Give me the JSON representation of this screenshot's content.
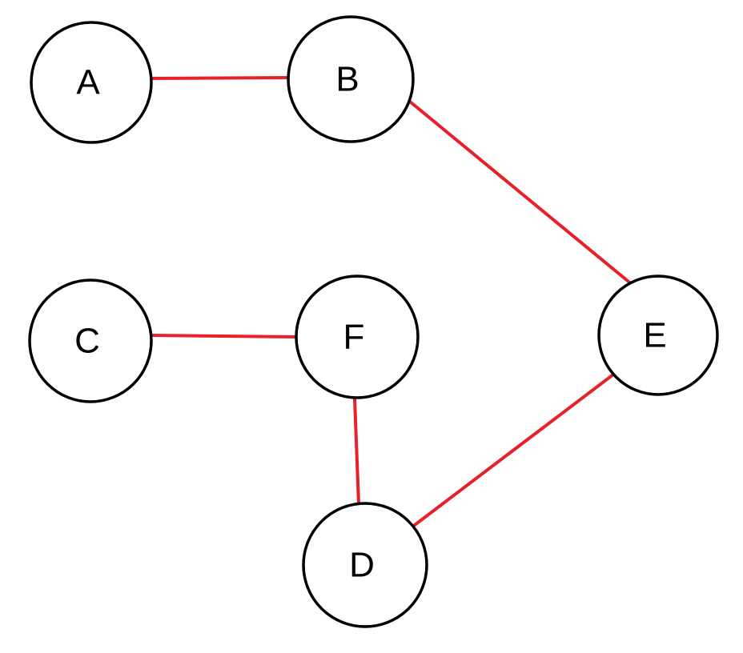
{
  "diagram": {
    "edge_color": "#e8202a",
    "node_stroke_color": "#000000",
    "nodes": [
      {
        "id": "A",
        "label": "A"
      },
      {
        "id": "B",
        "label": "B"
      },
      {
        "id": "C",
        "label": "C"
      },
      {
        "id": "F",
        "label": "F"
      },
      {
        "id": "E",
        "label": "E"
      },
      {
        "id": "D",
        "label": "D"
      }
    ],
    "edges": [
      {
        "from": "A",
        "to": "B"
      },
      {
        "from": "B",
        "to": "E"
      },
      {
        "from": "C",
        "to": "F"
      },
      {
        "from": "F",
        "to": "D"
      },
      {
        "from": "E",
        "to": "D"
      }
    ]
  }
}
